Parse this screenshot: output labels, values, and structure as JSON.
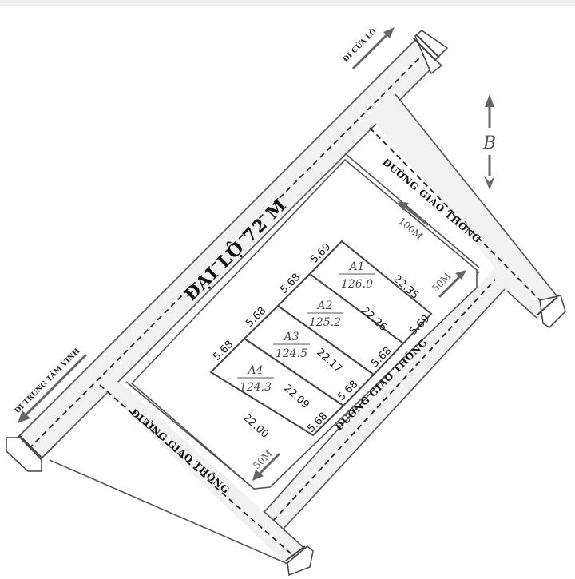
{
  "map": {
    "main_road": "ĐẠI LỘ 72 M",
    "side_roads": {
      "top_right": "ĐƯỜNG GIAO THÔNG",
      "bottom_right": "ĐƯỜNG GIAO THÔNG",
      "bottom_left": "ĐƯỜNG GIAO THÔNG"
    },
    "directions": {
      "up": "ĐI CỬA LÒ",
      "down": "ĐI TRUNG TÂM VINH"
    },
    "compass": {
      "label": "B",
      "meaning": "north"
    },
    "distances": {
      "top_road": "100M",
      "right_road": "50M",
      "bottom_road": "50M"
    }
  },
  "plots": [
    {
      "id": "A1",
      "area": "126.0",
      "front": "5.69",
      "back": "5.69",
      "side": "22.35"
    },
    {
      "id": "A2",
      "area": "125.2",
      "front": "5.68",
      "back": "5.68",
      "side": "22.26"
    },
    {
      "id": "A3",
      "area": "124.5",
      "front": "5.68",
      "back": "5.68",
      "side": "22.17"
    },
    {
      "id": "A4",
      "area": "124.3",
      "front": "5.68",
      "back": "5.68",
      "side": "22.09"
    }
  ],
  "extra_dims": {
    "last_side": "22.00"
  }
}
